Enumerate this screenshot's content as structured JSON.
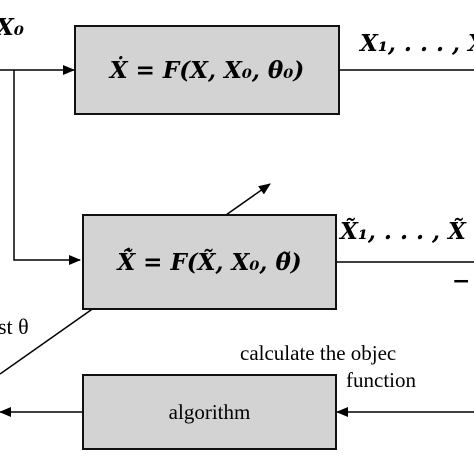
{
  "top_left_label": "X₀",
  "box1": {
    "equation": "Ẋ = F(X, X₀, θ₀)"
  },
  "box1_output": "X₁, . . . , X",
  "box2": {
    "equation": "X̃̇ = F(X̃, X₀, θ̃)"
  },
  "box2_output": "X̃₁, . . . , X̃",
  "minus_sign": "−",
  "adjust_label": "st θ",
  "objective_label": {
    "line1": "calculate the objec",
    "line2": "function"
  },
  "box3": {
    "label": "algorithm"
  }
}
